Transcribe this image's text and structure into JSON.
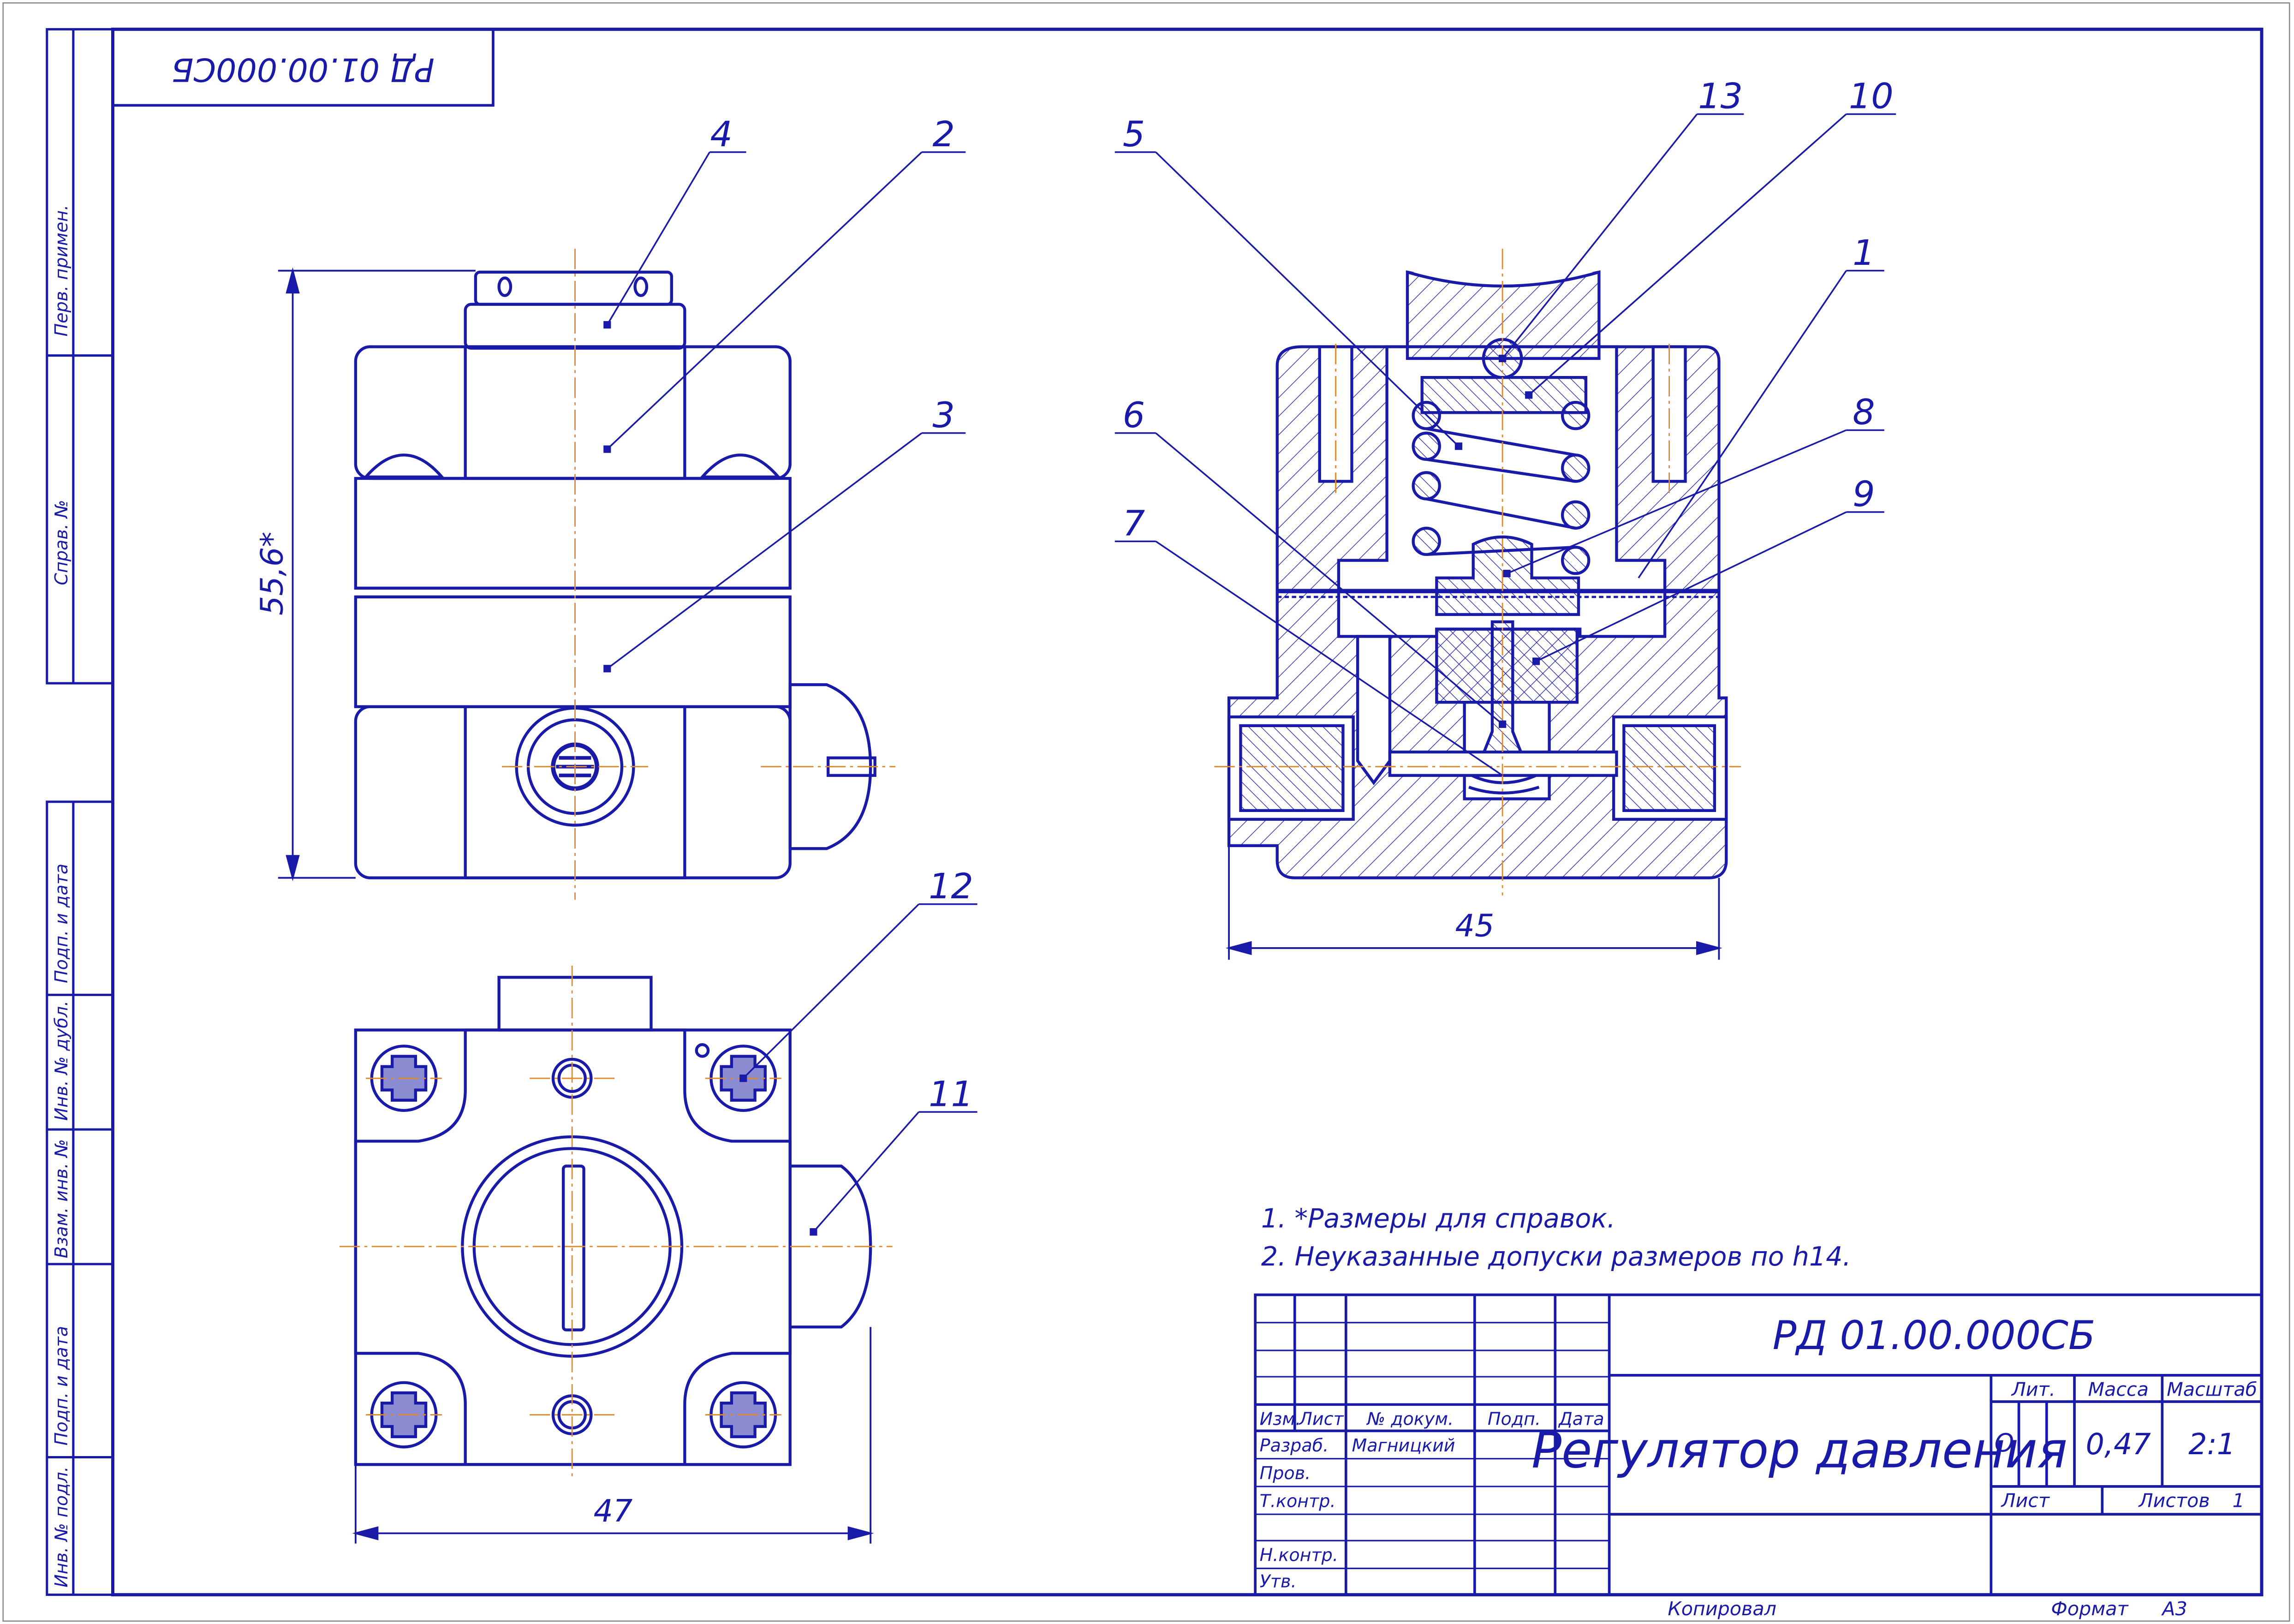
{
  "drawing_code": "РД 01.00.000СБ",
  "drawing_code_rotated": "РД 01.00.000СБ",
  "title": "Регулятор давления",
  "side_labels": [
    "Перв. примен.",
    "Справ. №",
    "Подп. и дата",
    "Инв. № дубл.",
    "Взам. инв. №",
    "Подп. и дата",
    "Инв. № подл."
  ],
  "dimensions": {
    "height": "55,6*",
    "width_plan": "47",
    "width_section": "45"
  },
  "callouts": {
    "c1": "1",
    "c2": "2",
    "c3": "3",
    "c4": "4",
    "c5": "5",
    "c6": "6",
    "c7": "7",
    "c8": "8",
    "c9": "9",
    "c10": "10",
    "c11": "11",
    "c12": "12",
    "c13": "13"
  },
  "notes": [
    "1. *Размеры для справок.",
    "2. Неуказанные допуски размеров по h14."
  ],
  "title_block": {
    "header_izm": "Изм.",
    "header_list": "Лист",
    "header_doc": "№ докум.",
    "header_sign": "Подп.",
    "header_date": "Дата",
    "row_razrab": "Разраб.",
    "razrab_name": "Магницкий",
    "row_prov": "Пров.",
    "row_tkontr": "Т.контр.",
    "row_nkontr": "Н.контр.",
    "row_utv": "Утв.",
    "lit_label": "Лит.",
    "mass_label": "Масса",
    "scale_label": "Масштаб",
    "lit_value": "О",
    "mass_value": "0,47",
    "scale_value": "2:1",
    "sheet_label": "Лист",
    "sheets_label": "Листов",
    "sheets_value": "1"
  },
  "footer": {
    "copied": "Копировал",
    "format_label": "Формат",
    "format_value": "А3"
  },
  "colors": {
    "line": "#1a1aa8",
    "center_line": "#e08a2c"
  }
}
